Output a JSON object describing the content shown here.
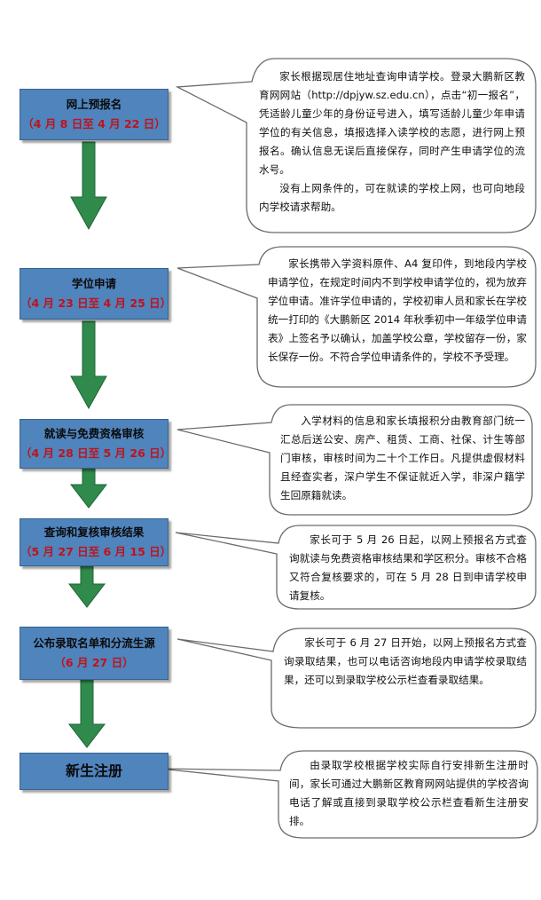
{
  "colors": {
    "box_fill": "#4f84bd",
    "box_border": "#36648f",
    "arrow_fill": "#2f8a4c",
    "date_text": "#c0121a",
    "callout_border": "#6b6b6b"
  },
  "steps": [
    {
      "title": "网上预报名",
      "date": "（4 月 8 日至 4 月 22 日）",
      "note": [
        "家长根据现居住地址查询申请学校。登录大鹏新区教育网网站（http://dpjyw.sz.edu.cn），点击“初一报名”，凭适龄儿童少年的身份证号进入，填写适龄儿童少年申请学位的有关信息，填报选择入读学校的志愿，进行网上预报名。确认信息无误后直接保存，同时产生申请学位的流水号。",
        "没有上网条件的，可在就读的学校上网，也可向地段内学校请求帮助。"
      ]
    },
    {
      "title": "学位申请",
      "date": "（4 月 23 日至 4 月 25 日）",
      "note": [
        "家长携带入学资料原件、A4 复印件，到地段内学校申请学位，在规定时间内不到学校申请学位的，视为放弃学位申请。准许学位申请的，学校初审人员和家长在学校统一打印的《大鹏新区 2014 年秋季初中一年级学位申请表》上签名予以确认，加盖学校公章，学校留存一份，家长保存一份。不符合学位申请条件的，学校不予受理。"
      ]
    },
    {
      "title": "就读与免费资格审核",
      "date": "（4 月 28 日至 5 月 26 日）",
      "note": [
        "入学材料的信息和家长填报积分由教育部门统一汇总后送公安、房产、租赁、工商、社保、计生等部门审核，审核时间为二十个工作日。凡提供虚假材料且经查实者，深户学生不保证就近入学，非深户籍学生回原籍就读。"
      ]
    },
    {
      "title": "查询和复核审核结果",
      "date": "（5 月 27 日至 6 月 15 日）",
      "note": [
        "家长可于 5 月 26 日起，以网上预报名方式查询就读与免费资格审核结果和学区积分。审核不合格又符合复核要求的，可在 5 月 28 日到申请学校申请复核。"
      ]
    },
    {
      "title": "公布录取名单和分流生源",
      "date": "（6 月 27 日）",
      "note": [
        "家长可于 6 月 27 日开始，以网上预报名方式查询录取结果，也可以电话咨询地段内申请学校录取结果，还可以到录取学校公示栏查看录取结果。"
      ]
    },
    {
      "title": "新生注册",
      "date": "",
      "note": [
        "由录取学校根据学校实际自行安排新生注册时间，家长可通过大鹏新区教育网网站提供的学校咨询电话了解或直接到录取学校公示栏查看新生注册安排。"
      ]
    }
  ]
}
